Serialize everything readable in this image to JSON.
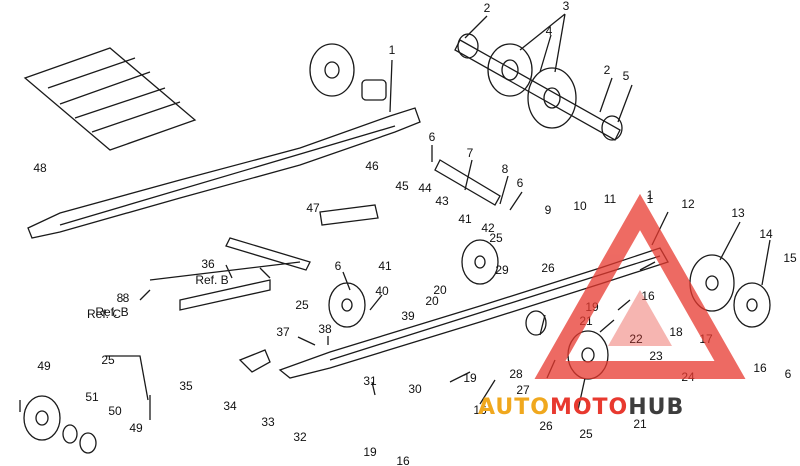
{
  "callouts": [
    "1",
    "2",
    "3",
    "4",
    "2",
    "5",
    "1",
    "6",
    "7",
    "8",
    "6",
    "46",
    "44",
    "45",
    "43",
    "47",
    "41",
    "42",
    "25",
    "9",
    "10",
    "11",
    "1",
    "12",
    "13",
    "14",
    "15",
    "8",
    "Ref. B",
    "36",
    "Ref. B",
    "6",
    "40",
    "41",
    "29",
    "26",
    "20",
    "20",
    "19",
    "16",
    "18",
    "17",
    "16",
    "6",
    "39",
    "25",
    "38",
    "37",
    "48",
    "8",
    "Ref. C",
    "25",
    "49",
    "51",
    "50",
    "49",
    "35",
    "34",
    "33",
    "31",
    "30",
    "32",
    "19",
    "16",
    "19",
    "16",
    "27",
    "21",
    "22",
    "28",
    "26",
    "25",
    "23",
    "24",
    "21"
  ],
  "watermark": {
    "brand_a": "AUTO",
    "brand_b": "MOTO",
    "brand_c": "HUB",
    "accent": "#e8392f",
    "gold": "#f0a81e",
    "dark": "#3d3d3d"
  }
}
